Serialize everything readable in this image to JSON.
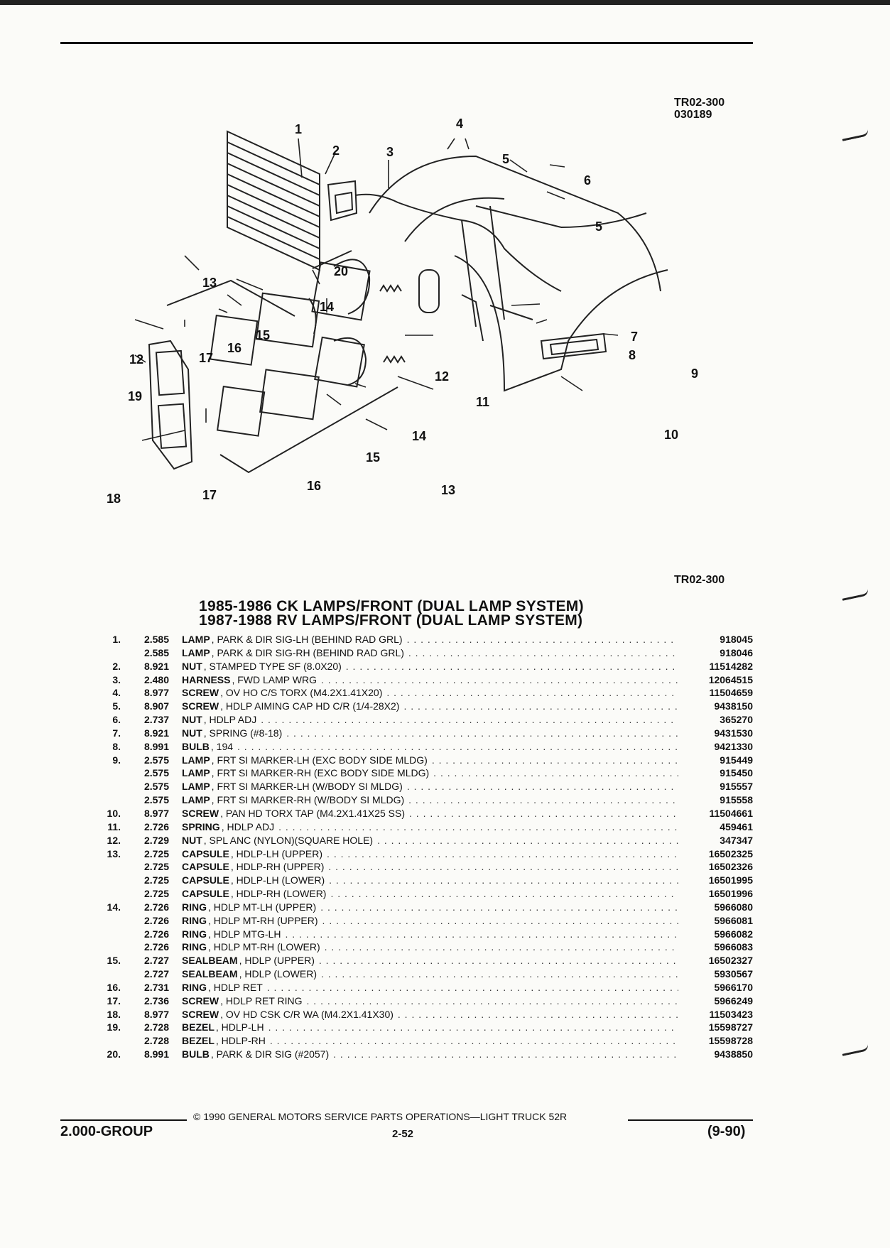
{
  "header": {
    "code_top": "TR02-300",
    "date_code": "030189",
    "code_mid": "TR02-300"
  },
  "callouts": [
    "1",
    "2",
    "3",
    "4",
    "5",
    "6",
    "5",
    "7",
    "8",
    "9",
    "10",
    "11",
    "12",
    "12",
    "13",
    "13",
    "14",
    "14",
    "15",
    "15",
    "16",
    "16",
    "17",
    "17",
    "18",
    "19",
    "20"
  ],
  "title": {
    "line1": "1985-1986 CK LAMPS/FRONT (DUAL LAMP SYSTEM)",
    "line2": "1987-1988 RV LAMPS/FRONT (DUAL LAMP SYSTEM)"
  },
  "parts": [
    {
      "num": "1.",
      "grp": "2.585",
      "name": "LAMP",
      "spec": ", PARK & DIR SIG-LH (BEHIND RAD GRL)",
      "pn": "918045"
    },
    {
      "num": "",
      "grp": "2.585",
      "name": "LAMP",
      "spec": ", PARK & DIR SIG-RH (BEHIND RAD GRL)",
      "pn": "918046"
    },
    {
      "num": "2.",
      "grp": "8.921",
      "name": "NUT",
      "spec": ", STAMPED TYPE SF (8.0X20)",
      "pn": "11514282"
    },
    {
      "num": "3.",
      "grp": "2.480",
      "name": "HARNESS",
      "spec": ", FWD LAMP WRG",
      "pn": "12064515"
    },
    {
      "num": "4.",
      "grp": "8.977",
      "name": "SCREW",
      "spec": ", OV HO C/S TORX (M4.2X1.41X20)",
      "pn": "11504659"
    },
    {
      "num": "5.",
      "grp": "8.907",
      "name": "SCREW",
      "spec": ", HDLP AIMING CAP HD C/R (1/4-28X2)",
      "pn": "9438150"
    },
    {
      "num": "6.",
      "grp": "2.737",
      "name": "NUT",
      "spec": ", HDLP ADJ",
      "pn": "365270"
    },
    {
      "num": "7.",
      "grp": "8.921",
      "name": "NUT",
      "spec": ", SPRING (#8-18)",
      "pn": "9431530"
    },
    {
      "num": "8.",
      "grp": "8.991",
      "name": "BULB",
      "spec": ", 194",
      "pn": "9421330"
    },
    {
      "num": "9.",
      "grp": "2.575",
      "name": "LAMP",
      "spec": ", FRT SI MARKER-LH (EXC BODY SIDE MLDG)",
      "pn": "915449"
    },
    {
      "num": "",
      "grp": "2.575",
      "name": "LAMP",
      "spec": ", FRT SI MARKER-RH (EXC BODY SIDE MLDG)",
      "pn": "915450"
    },
    {
      "num": "",
      "grp": "2.575",
      "name": "LAMP",
      "spec": ", FRT SI MARKER-LH (W/BODY SI MLDG)",
      "pn": "915557"
    },
    {
      "num": "",
      "grp": "2.575",
      "name": "LAMP",
      "spec": ", FRT SI MARKER-RH (W/BODY SI MLDG)",
      "pn": "915558"
    },
    {
      "num": "10.",
      "grp": "8.977",
      "name": "SCREW",
      "spec": ", PAN HD TORX TAP (M4.2X1.41X25 SS)",
      "pn": "11504661"
    },
    {
      "num": "11.",
      "grp": "2.726",
      "name": "SPRING",
      "spec": ", HDLP ADJ",
      "pn": "459461"
    },
    {
      "num": "12.",
      "grp": "2.729",
      "name": "NUT",
      "spec": ", SPL ANC (NYLON)(SQUARE HOLE)",
      "pn": "347347"
    },
    {
      "num": "13.",
      "grp": "2.725",
      "name": "CAPSULE",
      "spec": ", HDLP-LH (UPPER)",
      "pn": "16502325"
    },
    {
      "num": "",
      "grp": "2.725",
      "name": "CAPSULE",
      "spec": ", HDLP-RH (UPPER)",
      "pn": "16502326"
    },
    {
      "num": "",
      "grp": "2.725",
      "name": "CAPSULE",
      "spec": ", HDLP-LH (LOWER)",
      "pn": "16501995"
    },
    {
      "num": "",
      "grp": "2.725",
      "name": "CAPSULE",
      "spec": ", HDLP-RH (LOWER)",
      "pn": "16501996"
    },
    {
      "num": "14.",
      "grp": "2.726",
      "name": "RING",
      "spec": ", HDLP MT-LH (UPPER)",
      "pn": "5966080"
    },
    {
      "num": "",
      "grp": "2.726",
      "name": "RING",
      "spec": ", HDLP MT-RH (UPPER)",
      "pn": "5966081"
    },
    {
      "num": "",
      "grp": "2.726",
      "name": "RING",
      "spec": ", HDLP MTG-LH",
      "pn": "5966082"
    },
    {
      "num": "",
      "grp": "2.726",
      "name": "RING",
      "spec": ", HDLP MT-RH (LOWER)",
      "pn": "5966083"
    },
    {
      "num": "15.",
      "grp": "2.727",
      "name": "SEALBEAM",
      "spec": ", HDLP (UPPER)",
      "pn": "16502327"
    },
    {
      "num": "",
      "grp": "2.727",
      "name": "SEALBEAM",
      "spec": ", HDLP (LOWER)",
      "pn": "5930567"
    },
    {
      "num": "16.",
      "grp": "2.731",
      "name": "RING",
      "spec": ", HDLP RET",
      "pn": "5966170"
    },
    {
      "num": "17.",
      "grp": "2.736",
      "name": "SCREW",
      "spec": ", HDLP RET RING",
      "pn": "5966249"
    },
    {
      "num": "18.",
      "grp": "8.977",
      "name": "SCREW",
      "spec": ", OV HD CSK C/R WA (M4.2X1.41X30)",
      "pn": "11503423"
    },
    {
      "num": "19.",
      "grp": "2.728",
      "name": "BEZEL",
      "spec": ", HDLP-LH",
      "pn": "15598727"
    },
    {
      "num": "",
      "grp": "2.728",
      "name": "BEZEL",
      "spec": ", HDLP-RH",
      "pn": "15598728"
    },
    {
      "num": "20.",
      "grp": "8.991",
      "name": "BULB",
      "spec": ", PARK & DIR SIG (#2057)",
      "pn": "9438850"
    }
  ],
  "footer": {
    "copyright": "© 1990 GENERAL MOTORS SERVICE PARTS OPERATIONS—LIGHT TRUCK 52R",
    "group": "2.000-GROUP",
    "page": "2-52",
    "date": "(9-90)"
  }
}
